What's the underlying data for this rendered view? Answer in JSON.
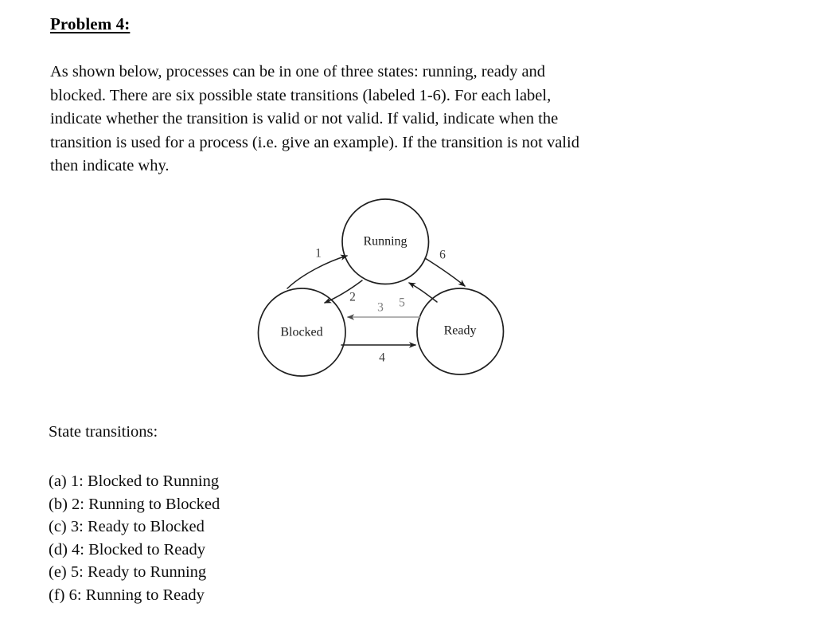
{
  "document": {
    "heading": "Problem 4:",
    "intro_lines": [
      "As shown below, processes can be in one of three states: running, ready and",
      "blocked. There are six possible state transitions (labeled 1-6). For each label,",
      "indicate whether the transition is valid or not valid. If valid, indicate when the",
      "transition is used for a process (i.e. give an example). If the transition is not valid",
      "then indicate why."
    ],
    "transitions_heading": "State transitions:",
    "transitions": [
      "(a) 1: Blocked to Running",
      "(b) 2: Running to Blocked",
      "(c) 3: Ready to Blocked",
      "(d) 4: Blocked to Ready",
      "(e) 5: Ready to Running",
      "(f) 6: Running to Ready"
    ]
  },
  "diagram": {
    "title": "process-state-transition-diagram",
    "states": [
      {
        "id": "running",
        "label": "Running"
      },
      {
        "id": "blocked",
        "label": "Blocked"
      },
      {
        "id": "ready",
        "label": "Ready"
      }
    ],
    "edge_labels": [
      {
        "id": "1",
        "label": "1",
        "from": "Blocked",
        "to": "Running"
      },
      {
        "id": "2",
        "label": "2",
        "from": "Running",
        "to": "Blocked"
      },
      {
        "id": "3",
        "label": "3",
        "from": "Ready",
        "to": "Blocked"
      },
      {
        "id": "4",
        "label": "4",
        "from": "Blocked",
        "to": "Ready"
      },
      {
        "id": "5",
        "label": "5",
        "from": "Ready",
        "to": "Running"
      },
      {
        "id": "6",
        "label": "6",
        "from": "Running",
        "to": "Ready"
      }
    ],
    "colors": {
      "stroke": "#1f1f1f",
      "faint_stroke": "#9a9a9a",
      "label": "#3a3a3a",
      "page_background": "#ffffff",
      "text": "#0d0d0d"
    }
  }
}
